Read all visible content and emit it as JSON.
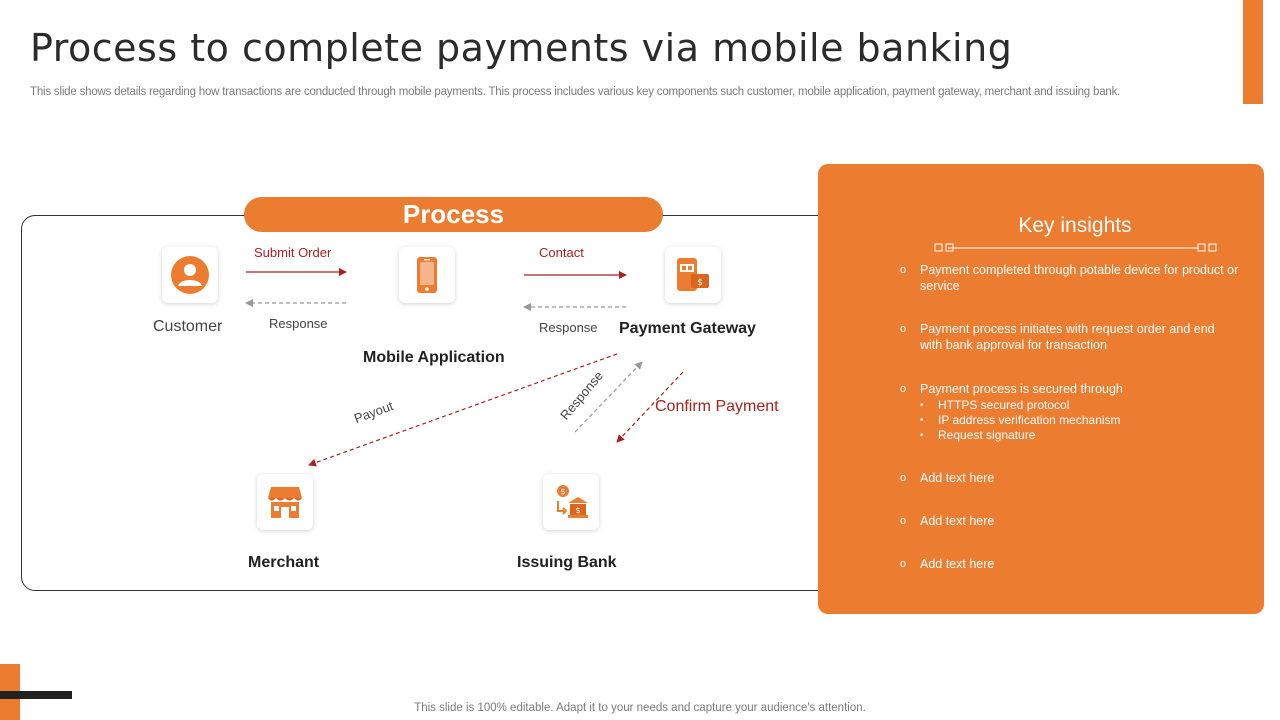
{
  "slide": {
    "title": "Process to complete payments  via mobile banking",
    "subtitle": "This slide shows details regarding how transactions are conducted through mobile payments. This process includes various key components such customer, mobile application, payment gateway, merchant and issuing bank.",
    "footer": "This slide is 100% editable. Adapt it to your needs and capture your audience's attention."
  },
  "colors": {
    "accent": "#ec7c30",
    "arrow_red": "#a9211f",
    "arrow_gray": "#999999"
  },
  "process": {
    "heading": "Process",
    "nodes": {
      "customer": {
        "label": "Customer",
        "icon": "user-icon"
      },
      "mobile_app": {
        "label": "Mobile Application",
        "icon": "smartphone-icon"
      },
      "gateway": {
        "label": "Payment Gateway",
        "icon": "payment-gateway-icon"
      },
      "merchant": {
        "label": "Merchant",
        "icon": "store-icon"
      },
      "bank": {
        "label": "Issuing Bank",
        "icon": "bank-transfer-icon"
      }
    },
    "flows": {
      "submit_order": "Submit Order",
      "response_1": "Response",
      "contact": "Contact",
      "response_2": "Response",
      "payout": "Payout",
      "response_3": "Response",
      "confirm_payment": "Confirm Payment"
    }
  },
  "insights": {
    "title": "Key insights",
    "items": [
      {
        "text": "Payment completed through potable device for product or service"
      },
      {
        "text": "Payment process initiates with request order and end with bank approval  for transaction"
      },
      {
        "text": "Payment process is secured through",
        "sub": [
          "HTTPS secured protocol",
          "IP address verification mechanism",
          "Request signature"
        ]
      },
      {
        "text": "Add text here"
      },
      {
        "text": "Add text here"
      },
      {
        "text": "Add text here"
      }
    ]
  }
}
